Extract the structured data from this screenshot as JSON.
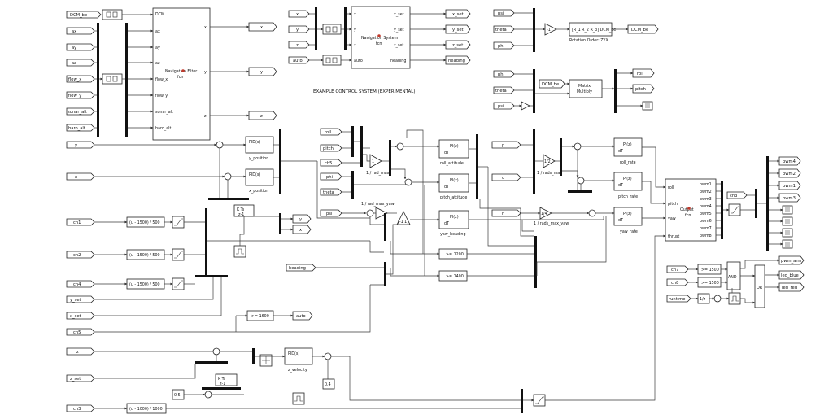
{
  "inputs": {
    "dcm_be": "DCM_be",
    "ax": "ax",
    "ay": "ay",
    "az": "az",
    "flow_x": "flow_x",
    "flow_y": "flow_y",
    "sonar_alt": "sonar_alt",
    "baro_alt": "baro_alt",
    "x": "x",
    "y": "y",
    "z": "z",
    "auto": "auto",
    "psi": "psi",
    "theta": "theta",
    "phi": "phi",
    "phi2": "phi",
    "theta2": "theta",
    "psi2": "psi",
    "y_in": "y",
    "x_in": "x",
    "roll": "roll",
    "pitch": "pitch",
    "ch5": "ch5",
    "phi3": "phi",
    "theta3": "theta",
    "psi3": "psi",
    "p": "p",
    "q": "q",
    "r": "r",
    "ch1": "ch1",
    "ch2": "ch2",
    "ch4": "ch4",
    "y_set": "y_set",
    "x_set": "x_set",
    "heading": "heading",
    "ch5b": "ch5",
    "z2": "z",
    "z_set": "z_set",
    "ch3b": "ch3",
    "ch3": "ch3",
    "ch7": "ch7",
    "ch8": "ch8",
    "runtime": "runtime",
    "dcm_be2": "DCM_be"
  },
  "outputs": {
    "x": "x",
    "y": "y",
    "z": "z",
    "x_set": "x_set",
    "y_set": "y_set",
    "z_set": "z_set",
    "heading": "heading",
    "dcm_be": "DCM_be",
    "roll": "roll",
    "pitch": "pitch",
    "y2": "y",
    "x2": "x",
    "auto": "auto",
    "pwm4": "pwm4",
    "pwm2": "pwm2",
    "pwm1": "pwm1",
    "pwm3": "pwm3",
    "pwm_arm": "pwm_arm",
    "led_blue": "led_blue",
    "led_red": "led_red"
  },
  "blocks": {
    "nav_filter": {
      "name": "Navigation Filter",
      "fcn": "fcn",
      "in_ports": [
        "DCM",
        "ax",
        "ay",
        "az",
        "flow_x",
        "flow_y",
        "sonar_alt",
        "baro_alt"
      ],
      "out_ports": [
        "x",
        "y",
        "z"
      ]
    },
    "nav_system": {
      "name": "Navigation System",
      "fcn": "fcn",
      "in_ports": [
        "x",
        "y",
        "z",
        "auto"
      ],
      "out_ports": [
        "x_set",
        "y_set",
        "z_set",
        "heading"
      ]
    },
    "rotation": {
      "expr": "[R_1 R_2 R_3] DCM_be",
      "caption": "Rotation Order: ZYX"
    },
    "neg_one": "-1",
    "matrix_multiply": {
      "line1": "Matrix",
      "line2": "Multiply"
    },
    "pid": {
      "top": "PI(z)",
      "sym": "PID(s)",
      "ts": "z-1"
    },
    "y_position": "y_position",
    "x_position": "x_position",
    "roll_attitude": "roll_attitude",
    "pitch_attitude": "pitch_attitude",
    "yaw_heading": "yaw_heading",
    "roll_rate": "roll_rate",
    "pitch_rate": "pitch_rate",
    "yaw_rate": "yaw_rate",
    "z_velocity": "z_velocity",
    "gain_rad_max": "1 / rad_max",
    "gain_rad_max_yaw": "1 / rad_max_yaw",
    "gain_rads_max": "1 / rads_max",
    "gain_rads_max_yaw": "1 / rads_max_yaw",
    "gain_rad_max_sym": "1",
    "gain_rads_sym": "1/2",
    "gain_rads_yaw_sym": "1/4",
    "wrap": "[-1 1]",
    "ch1_expr": "(u - 1500) / 500",
    "ch2_expr": "(u - 1500) / 500",
    "ch4_expr": "(u - 1500) / 500",
    "ch3_expr": "(u - 1000) / 1000",
    "ge1200": ">= 1200",
    "ge1400": ">= 1400",
    "ge1600": ">= 1600",
    "ge1500a": ">= 1500",
    "ge1500b": ">= 1500",
    "discrete_int": "K Ts",
    "discrete_int_den": "z-1",
    "const_05": "0.5",
    "const_04": "0.4",
    "unit_delay": "1/z",
    "and": "AND",
    "or": "OR",
    "output_fcn": {
      "name": "Output",
      "fcn": "fcn",
      "in_ports": [
        "roll",
        "pitch",
        "yaw",
        "thrust"
      ],
      "out_ports": [
        "pwm1",
        "pwm2",
        "pwm3",
        "pwm4",
        "pwm5",
        "pwm6",
        "pwm7",
        "pwm8"
      ]
    }
  },
  "title": "EXAMPLE CONTROL SYSTEM (EXPERIMENTAL)"
}
